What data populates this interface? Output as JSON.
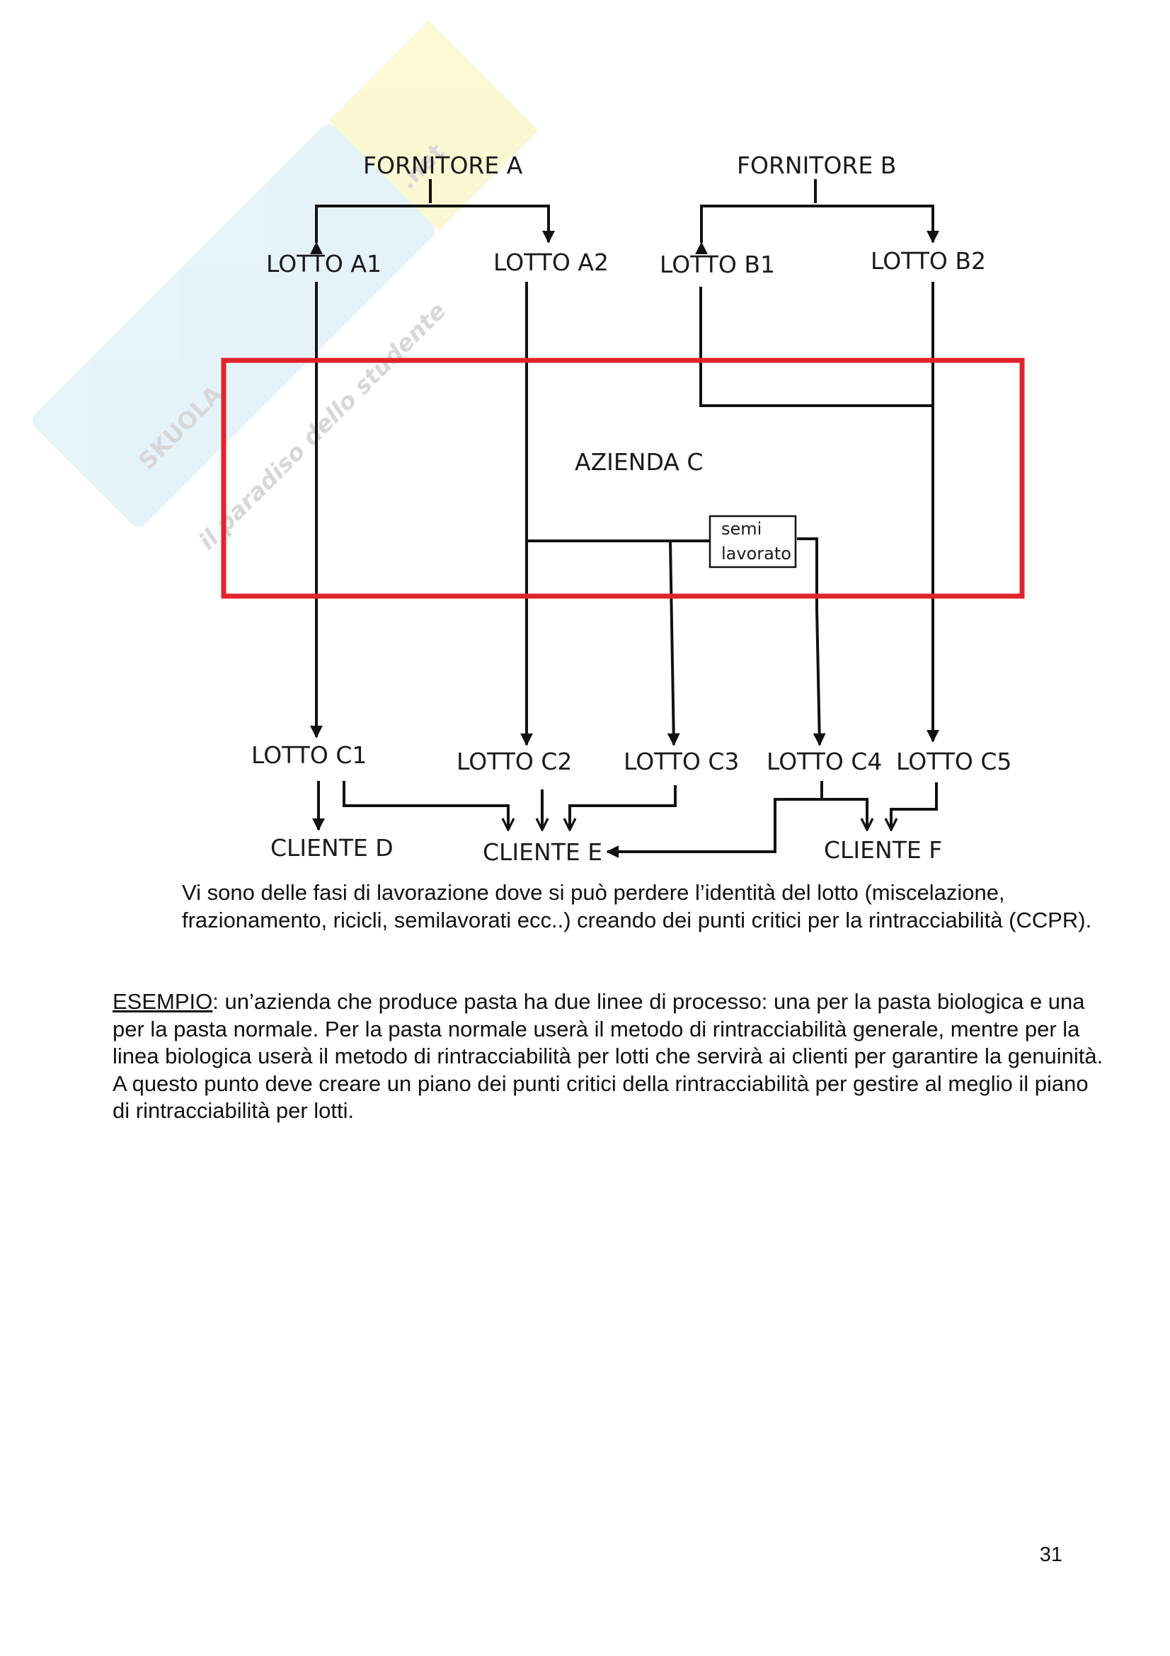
{
  "diagram": {
    "suppliers": [
      "FORNITORE A",
      "FORNITORE B"
    ],
    "supplier_lots": [
      "LOTTO A1",
      "LOTTO A2",
      "LOTTO B1",
      "LOTTO B2"
    ],
    "company": "AZIENDA C",
    "semi_product": [
      "semi",
      "lavorato"
    ],
    "company_lots": [
      "LOTTO C1",
      "LOTTO C2",
      "LOTTO C3",
      "LOTTO C4",
      "LOTTO C5"
    ],
    "clients": [
      "CLIENTE D",
      "CLIENTE E",
      "CLIENTE F"
    ],
    "company_box_color": "#e3232c"
  },
  "watermark": {
    "brand": "SKUOLA",
    "suffix": ".net",
    "tagline": "il paradiso dello studente"
  },
  "text": {
    "paragraph1": "Vi sono delle fasi di lavorazione dove si può perdere l’identità del lotto (miscelazione, frazionamento, ricicli, semilavorati ecc..) creando dei punti critici per la rintracciabilità (CCPR).",
    "example_label": "ESEMPIO",
    "example_text": ": un’azienda che produce pasta ha due linee di processo: una per la pasta biologica e una per la pasta normale. Per la pasta normale userà il metodo di rintracciabilità generale, mentre per la linea biologica userà il metodo di rintracciabilità per lotti che servirà ai clienti per garantire la genuinità.",
    "paragraph3": "A questo punto deve creare un piano dei punti critici della rintracciabilità per gestire al meglio il piano di rintracciabilità per lotti."
  },
  "page_number": "31"
}
